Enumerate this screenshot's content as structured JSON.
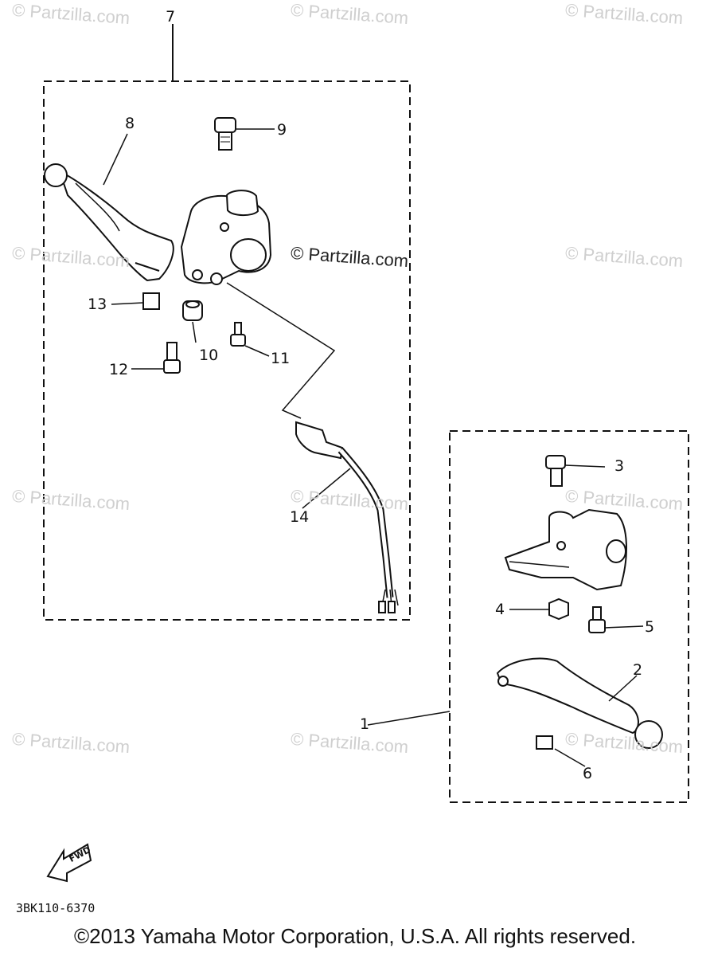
{
  "watermark": {
    "text": "© Partzilla.com",
    "center_text": "© Partzilla.com"
  },
  "callouts": [
    "1",
    "2",
    "3",
    "4",
    "5",
    "6",
    "7",
    "8",
    "9",
    "10",
    "11",
    "12",
    "13",
    "14"
  ],
  "fwd_label": "FWD",
  "part_number": "3BK110-6370",
  "copyright": "©2013  Yamaha Motor Corporation, U.S.A. All rights reserved."
}
